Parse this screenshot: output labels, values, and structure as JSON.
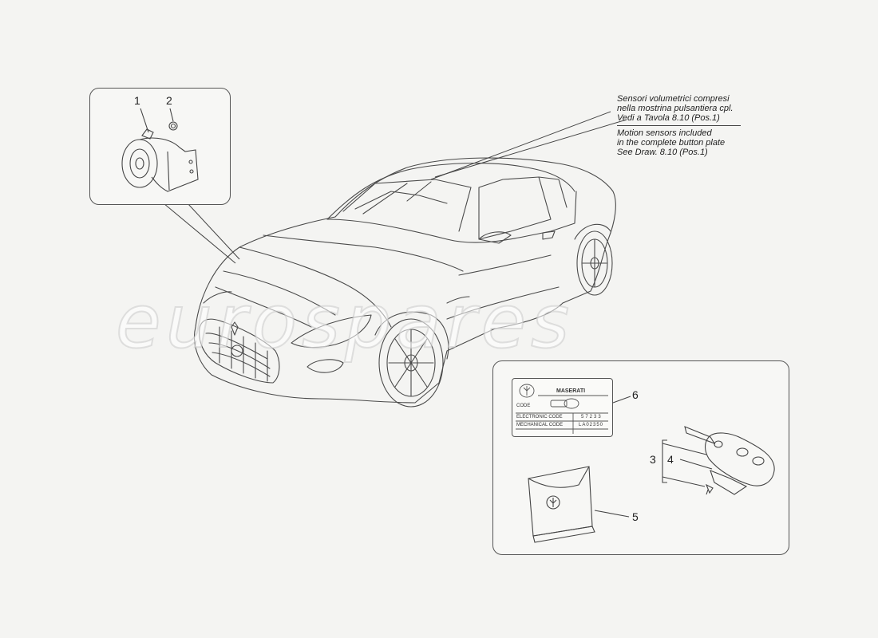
{
  "watermark": "eurospares",
  "callout": {
    "it_line1": "Sensori volumetrici compresi",
    "it_line2": "nella mostrina pulsantiera cpl.",
    "it_line3": "Vedi a Tavola 8.10 (Pos.1)",
    "en_line1": "Motion sensors included",
    "en_line2": "in the complete button plate",
    "en_line3": "See Draw. 8.10 (Pos.1)"
  },
  "parts": {
    "p1": "1",
    "p2": "2",
    "p3": "3",
    "p4": "4",
    "p5": "5",
    "p6": "6"
  },
  "tag": {
    "brand": "MASERATI",
    "code_label": "CODE",
    "electronic_label": "ELECTRONIC CODE",
    "electronic_value": "57233",
    "mechanical_label": "MECHANICAL CODE",
    "mechanical_value": "LA02350"
  },
  "colors": {
    "line": "#444444",
    "background": "#f4f4f2"
  }
}
